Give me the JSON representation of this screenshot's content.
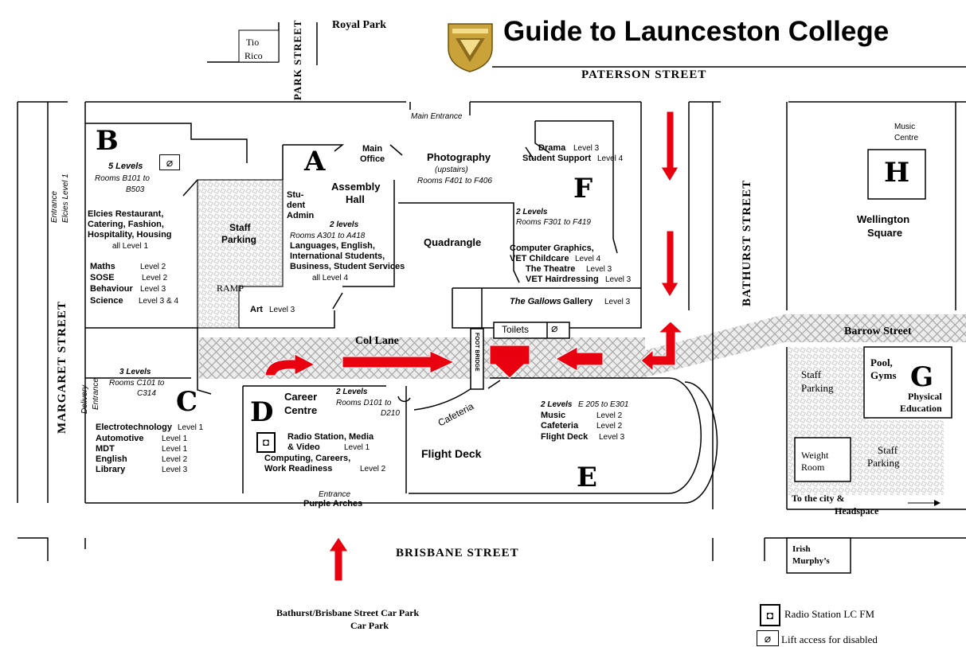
{
  "title": "Guide to Launceston College",
  "colors": {
    "arrow": "#e8000e",
    "hatch": "#bbbbbb",
    "logo_gold": "#c9a23a"
  },
  "streets": {
    "paterson": "PATERSON  STREET",
    "park": "PARK  STREET",
    "bathurst": "BATHURST  STREET",
    "margaret": "MARGARET  STREET",
    "brisbane": "BRISBANE   STREET",
    "royal_park": "Royal Park",
    "tio_rico": [
      "Tio",
      "Rico"
    ],
    "barrow": "Barrow Street",
    "col_lane": "Col Lane",
    "to_city": "To the city  &",
    "headspace": "Headspace",
    "car_park_1": "Bathurst/Brisbane Street  Car Park",
    "car_park_2": "Car Park",
    "irish": [
      "Irish",
      "Murphy’s"
    ]
  },
  "entrances": {
    "main": "Main Entrance",
    "elcies": [
      "Entrance",
      "Elcies Level 1"
    ],
    "delivery": [
      "Delivery",
      "Entrance"
    ],
    "purple_entrance": "Entrance",
    "purple_arches": "Purple Arches"
  },
  "buildings": {
    "B": {
      "letter": "B",
      "levels": "5 Levels",
      "rooms": [
        "Rooms B101 to",
        "B503"
      ],
      "elcies": [
        "Elcies Restaurant,",
        "Catering, Fashion,",
        "Hospitality, Housing"
      ],
      "elcies_level": "all  Level  1",
      "subjects": [
        {
          "name": "Maths",
          "level": "Level  2"
        },
        {
          "name": "SOSE",
          "level": "Level  2"
        },
        {
          "name": "Behaviour",
          "level": "Level  3"
        },
        {
          "name": "Science",
          "level": "Level  3 & 4"
        }
      ]
    },
    "A": {
      "letter": "A",
      "main_office": [
        "Main",
        "Office"
      ],
      "assembly": [
        "Assembly",
        "Hall"
      ],
      "student_admin": [
        "Stu-",
        "dent",
        "Admin"
      ],
      "levels": "2 levels",
      "rooms": "Rooms A301 to A418",
      "depts": [
        "Languages, English,",
        "International Students,",
        "Business, Student Services"
      ],
      "dept_level": "all  Level  4",
      "art": "Art",
      "art_level": "Level  3",
      "staff_parking": [
        "Staff",
        "Parking"
      ],
      "ramp": "RAMP"
    },
    "photo": {
      "name": "Photography",
      "note": "(upstairs)",
      "rooms": "Rooms F401 to F406"
    },
    "quadrangle": "Quadrangle",
    "F": {
      "letter": "F",
      "drama": "Drama",
      "drama_level": "Level 3",
      "support": "Student Support",
      "support_level": "Level 4",
      "levels": "2 Levels",
      "rooms": "Rooms F301 to F419",
      "cg": "Computer Graphics,",
      "vet_child": "VET Childcare",
      "vet_child_level": "Level  4",
      "theatre": "The Theatre",
      "theatre_level": "Level  3",
      "hair": "VET Hairdressing",
      "hair_level": "Level  3",
      "gallows": "The Gallows",
      "gallery": "Gallery",
      "gallery_level": "Level  3"
    },
    "toilets": "Toilets",
    "foot_bridge": "FOOT BRIDGE",
    "C": {
      "letter": "C",
      "levels": "3 Levels",
      "rooms": [
        "Rooms C101 to",
        "C314"
      ],
      "subjects": [
        {
          "name": "Electrotechnology",
          "level": "Level  1"
        },
        {
          "name": "Automotive",
          "level": "Level  1"
        },
        {
          "name": "MDT",
          "level": "Level  1"
        },
        {
          "name": "English",
          "level": "Level  2"
        },
        {
          "name": "Library",
          "level": "Level  3"
        }
      ]
    },
    "D": {
      "letter": "D",
      "career": [
        "Career",
        "Centre"
      ],
      "levels": "2 Levels",
      "rooms": [
        "Rooms D101 to",
        "D210"
      ],
      "radio": [
        "Radio Station, Media",
        "& Video"
      ],
      "radio_level": "Level  1",
      "computing": [
        "Computing, Careers,",
        "Work Readiness"
      ],
      "computing_level": "Level  2"
    },
    "cafeteria": "Cafeteria",
    "flight_deck": "Flight Deck",
    "E": {
      "letter": "E",
      "levels": "2 Levels",
      "rooms": "E 205  to E301",
      "subjects": [
        {
          "name": "Music",
          "level": "Level  2"
        },
        {
          "name": "Cafeteria",
          "level": "Level  2"
        },
        {
          "name": "Flight Deck",
          "level": "Level  3"
        }
      ]
    },
    "H": {
      "letter": "H",
      "music": [
        "Music",
        "Centre"
      ],
      "name": [
        "Wellington",
        "Square"
      ]
    },
    "G": {
      "letter": "G",
      "pool": [
        "Pool,",
        "Gyms"
      ],
      "pe": [
        "Physical",
        "Education"
      ],
      "staff_parking": [
        "Staff",
        "Parking"
      ],
      "weight": [
        "Weight",
        "Room"
      ],
      "staff_parking_2": [
        "Staff",
        "Parking"
      ]
    }
  },
  "legend": {
    "radio": "Radio Station LC FM",
    "lift": "Lift access for disabled"
  },
  "symbols": {
    "lift": "⌀",
    "radio": "◘"
  }
}
